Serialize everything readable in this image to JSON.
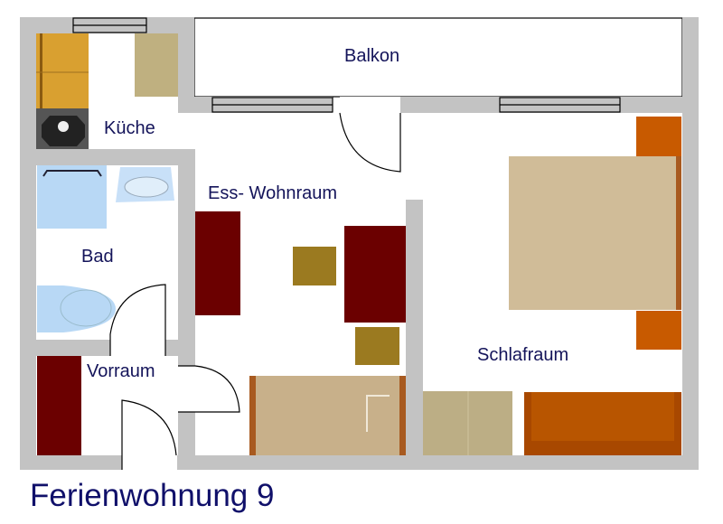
{
  "title": "Ferienwohnung 9",
  "rooms": {
    "balkon": "Balkon",
    "kueche": "Küche",
    "ess_wohnraum": "Ess- Wohnraum",
    "bad": "Bad",
    "vorraum": "Vorraum",
    "schlafraum": "Schlafraum"
  },
  "colors": {
    "wall": "#c3c3c3",
    "label": "#14145a",
    "kitchen_cabinet": "#d9a030",
    "wardrobe": "#6b0000",
    "chair": "#9b7a20",
    "bed": "#d0bc98",
    "nightstand": "#c85a00",
    "sofa": "#b85500",
    "bathroom_fixture": "#b8d8f5"
  }
}
